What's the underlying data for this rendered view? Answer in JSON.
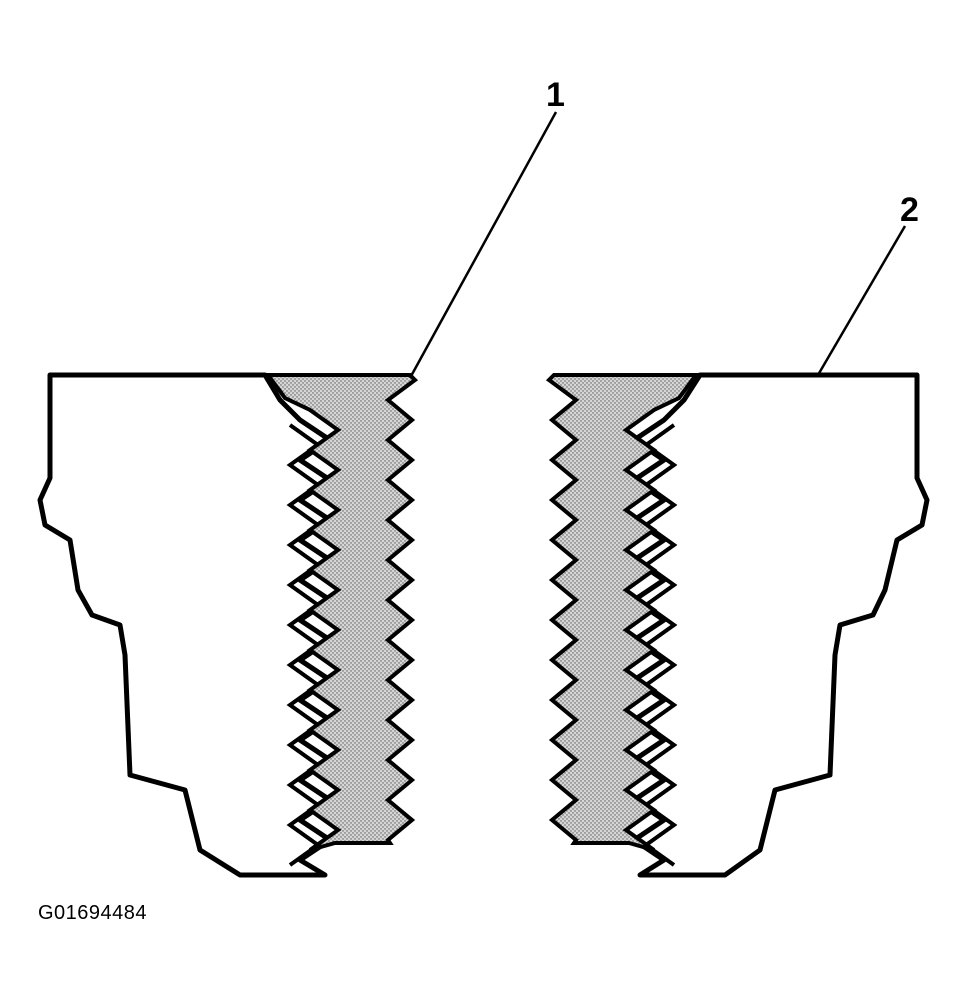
{
  "callouts": [
    {
      "id": "1",
      "label": "1"
    },
    {
      "id": "2",
      "label": "2"
    }
  ],
  "figure_id": "G01694484",
  "colors": {
    "outline": "#000000",
    "fill": "#ffffff",
    "sealant_fill": "#c9c9c9"
  }
}
